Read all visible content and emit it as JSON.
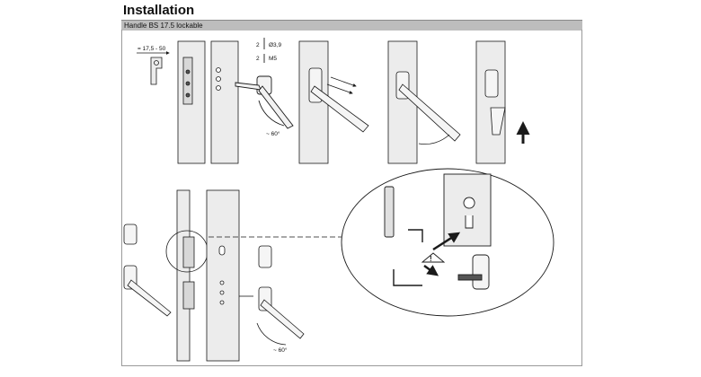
{
  "header": {
    "title": "Installation",
    "subtitle": "Handle BS 17.5 lockable"
  },
  "labels": {
    "dim_range": "= 17,5 - 50",
    "screw_qty_1": "2",
    "screw_size_1": "Ø3,9",
    "screw_qty_2": "2",
    "screw_size_2": "M5",
    "angle_top": "~ 60°",
    "angle_bottom": "~ 60°"
  },
  "colors": {
    "header_bar": "#bdbdbd",
    "frame_fill": "#ececec",
    "line": "#1a1a1a"
  }
}
